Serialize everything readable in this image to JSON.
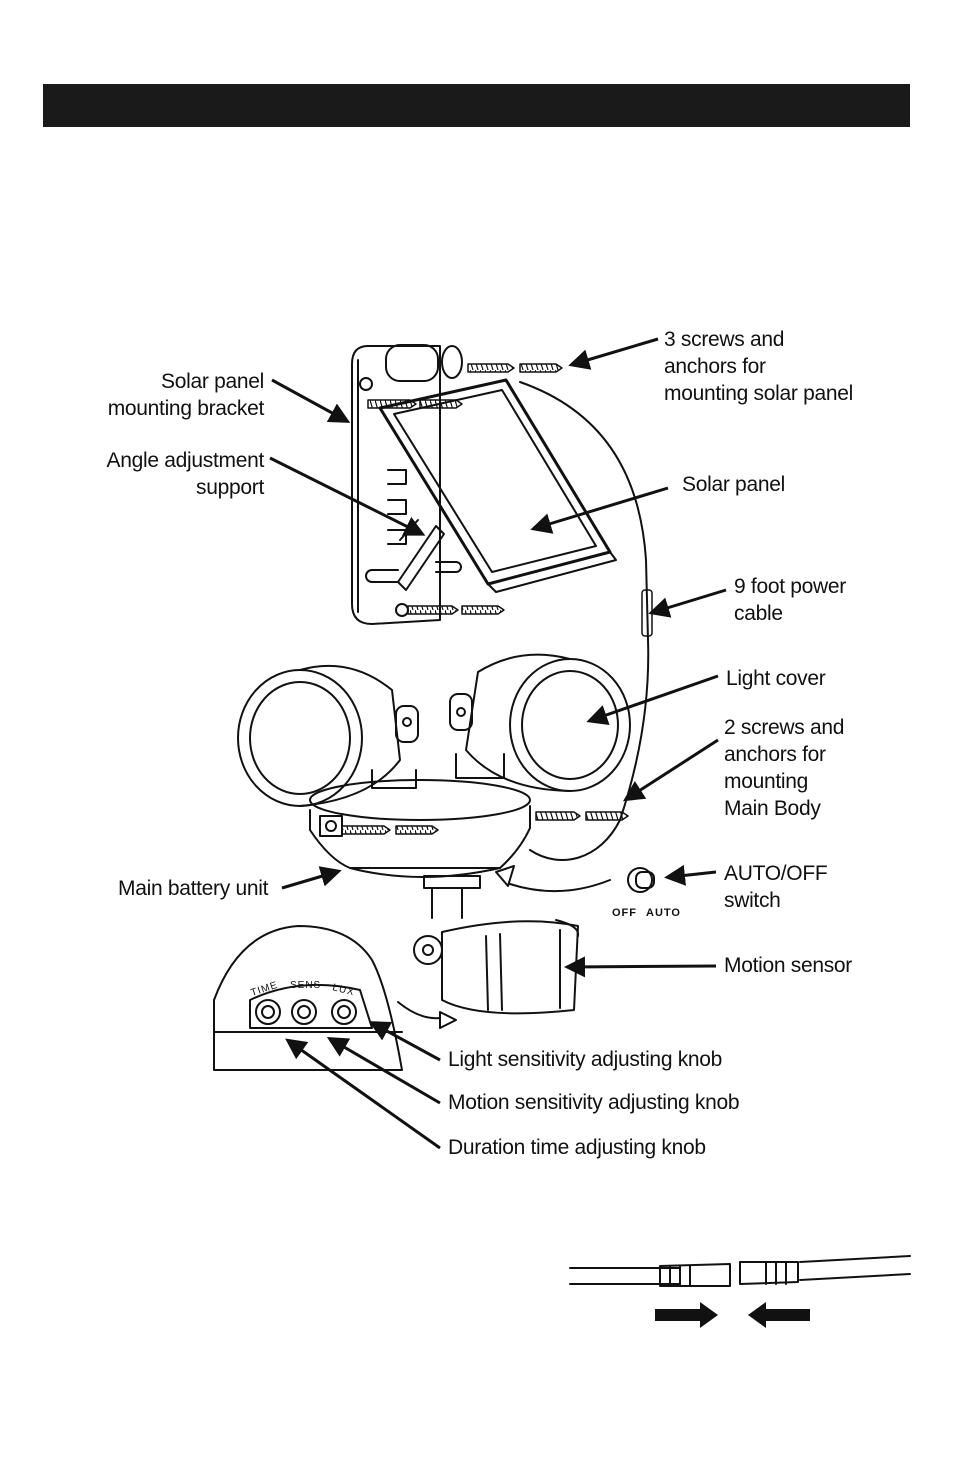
{
  "labels": {
    "mounting_bracket": [
      "Solar panel",
      "mounting bracket"
    ],
    "angle_support": [
      "Angle adjustment",
      "support"
    ],
    "screws_solar": [
      "3 screws and",
      "anchors for",
      "mounting solar panel"
    ],
    "solar_panel": [
      "Solar panel"
    ],
    "power_cable": [
      "9 foot power",
      "cable"
    ],
    "light_cover": [
      "Light cover"
    ],
    "screws_main": [
      "2 screws and",
      "anchors for",
      "mounting",
      "Main Body"
    ],
    "battery_unit": [
      "Main battery unit"
    ],
    "auto_off": [
      "AUTO/OFF",
      "switch"
    ],
    "motion_sensor": [
      "Motion sensor"
    ],
    "light_knob": [
      "Light sensitivity adjusting knob"
    ],
    "motion_knob": [
      "Motion sensitivity adjusting knob"
    ],
    "duration_knob": [
      "Duration time adjusting knob"
    ]
  },
  "switch_text": {
    "off": "OFF",
    "auto": "AUTO"
  },
  "knob_text": {
    "time": "TIME",
    "sens": "SENS",
    "lux": "LUX"
  }
}
